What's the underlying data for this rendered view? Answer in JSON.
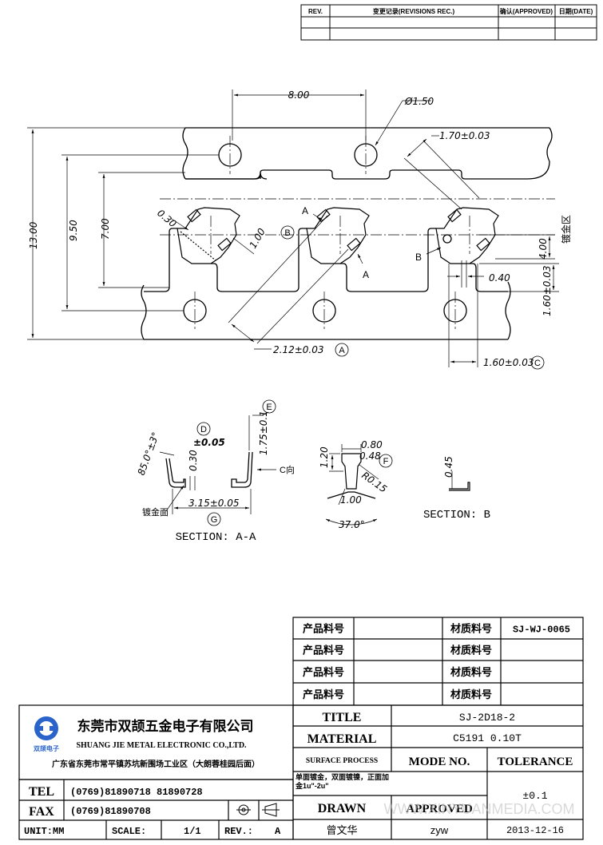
{
  "revision_table": {
    "col_rev": "REV.",
    "col_record": "变更记录(REVISIONS REC.)",
    "col_approved": "确认(APPROVED)",
    "col_date": "日期(DATE)"
  },
  "dims": {
    "pitch": "8.00",
    "hole_dia": "Ø1.50",
    "d_170": "1.70±0.03",
    "d_030": "0.30",
    "label_b_circle": "B",
    "label_A1": "A",
    "label_A2": "A",
    "label_B_sec": "B",
    "d_100": "1.00",
    "d_400": "4.00",
    "plating_zone": "镀金区",
    "d_040": "0.40",
    "d_160v": "1.60±0.03",
    "h_1300": "13.00",
    "h_950": "9.50",
    "h_700": "7.00",
    "d_212": "2.12±0.03",
    "label_a_circle": "A",
    "d_160h": "1.60±0.03",
    "label_c_circle": "C"
  },
  "section_aa": {
    "label_d": "D",
    "label_e": "E",
    "label_g": "G",
    "angle": "85.0°±3°",
    "thick_030": "0.30",
    "tol_005a": "±0.05",
    "height_175": "1.75±0.1",
    "c_dir": "C向",
    "plating_face": "镀金面",
    "width_315": "3.15±0.05",
    "title": "SECTION: A-A"
  },
  "section_f": {
    "label_f": "F",
    "d_080": "0.80",
    "d_048": "0.48",
    "d_120": "1.20",
    "r_015": "R0.15",
    "d_100": "1.00",
    "angle_37": "37.0°"
  },
  "section_b": {
    "d_045": "0.45",
    "title": "SECTION: B"
  },
  "material_rows": [
    {
      "left_label": "产品料号",
      "left_value": "",
      "right_label": "材质料号",
      "right_value": "SJ-WJ-0065"
    },
    {
      "left_label": "产品料号",
      "left_value": "",
      "right_label": "材质料号",
      "right_value": ""
    },
    {
      "left_label": "产品料号",
      "left_value": "",
      "right_label": "材质料号",
      "right_value": ""
    },
    {
      "left_label": "产品料号",
      "left_value": "",
      "right_label": "材质料号",
      "right_value": ""
    }
  ],
  "company": {
    "logo_text": "双颉电子",
    "name_cn": "东莞市双颉五金电子有限公司",
    "name_en": "SHUANG JIE METAL ELECTRONIC CO.,LTD.",
    "address": "广东省东莞市常平镇苏坑新围场工业区（大朗蓉桂园后面）",
    "tel_label": "TEL",
    "tel_value": "(0769)81890718  81890728",
    "fax_label": "FAX",
    "fax_value": "(0769)81890708",
    "unit_label": "UNIT:MM",
    "scale_label": "SCALE:",
    "scale_value": "1/1",
    "rev_label": "REV.:",
    "rev_value": "A"
  },
  "titleblock": {
    "title_label": "TITLE",
    "title_value": "SJ-2D18-2",
    "material_label": "MATERIAL",
    "material_value": "C5191  0.10T",
    "surface_label": "SURFACE PROCESS",
    "surface_value": "单面镀金，双面镀镍，正面加金1u\"-2u\"",
    "mode_label": "MODE NO.",
    "tolerance_label": "TOLERANCE",
    "tolerance_value": "±0.1",
    "drawn_label": "DRAWN",
    "approved_label": "APPROVED",
    "drawn_value": "曾文华",
    "approved_value": "zyw",
    "date_value": "2013-12-16"
  },
  "watermark": "WWW.XINYUANMEDIA.COM"
}
